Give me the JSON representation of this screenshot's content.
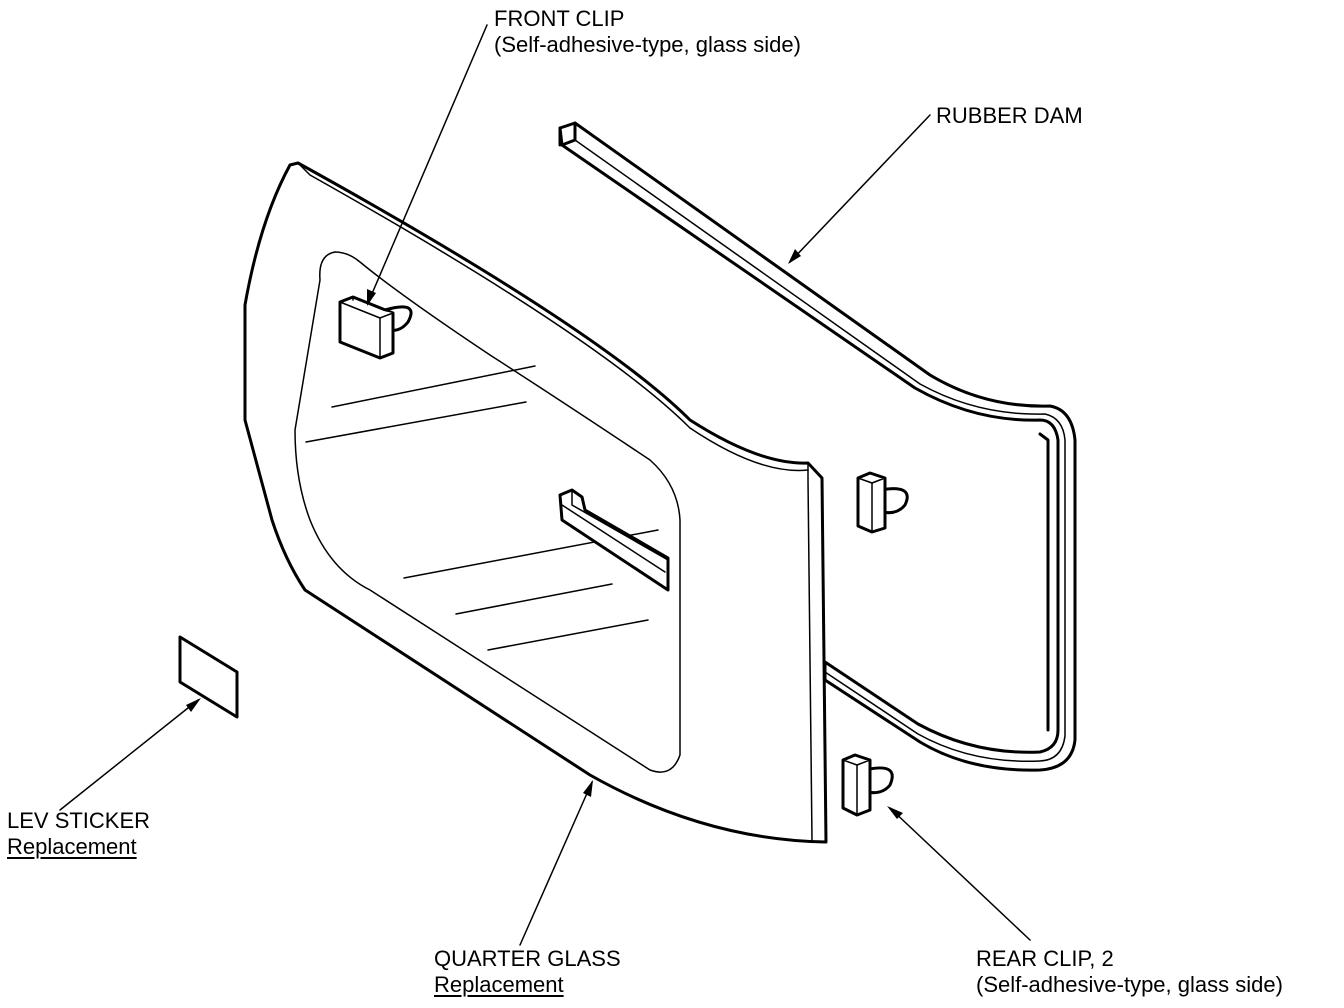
{
  "labels": {
    "front_clip": {
      "title": "FRONT CLIP",
      "note": "(Self-adhesive-type, glass side)"
    },
    "rubber_dam": {
      "title": "RUBBER DAM"
    },
    "lev_sticker": {
      "title": "LEV STICKER",
      "note": "Replacement"
    },
    "quarter_glass": {
      "title": "QUARTER GLASS",
      "note": "Replacement"
    },
    "rear_clip": {
      "title": "REAR CLIP, 2",
      "note": "(Self-adhesive-type, glass side)"
    }
  }
}
